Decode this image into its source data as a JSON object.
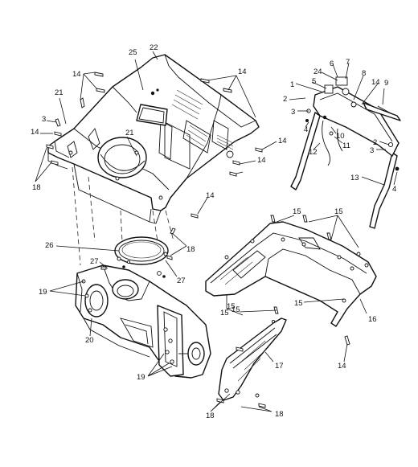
{
  "diagram": {
    "labels": [
      {
        "id": "c-22",
        "text": "22"
      },
      {
        "id": "c-25",
        "text": "25"
      },
      {
        "id": "c-14a",
        "text": "14"
      },
      {
        "id": "c-14b",
        "text": "14"
      },
      {
        "id": "c-21a",
        "text": "21"
      },
      {
        "id": "c-3a",
        "text": "3"
      },
      {
        "id": "c-14c",
        "text": "14"
      },
      {
        "id": "c-21b",
        "text": "21"
      },
      {
        "id": "c-18a",
        "text": "18"
      },
      {
        "id": "c-14d",
        "text": "14"
      },
      {
        "id": "c-14e",
        "text": "14"
      },
      {
        "id": "c-14f",
        "text": "14"
      },
      {
        "id": "c-18b",
        "text": "18"
      },
      {
        "id": "c-26",
        "text": "26"
      },
      {
        "id": "c-27a",
        "text": "27"
      },
      {
        "id": "c-27b",
        "text": "27"
      },
      {
        "id": "c-19a",
        "text": "19"
      },
      {
        "id": "c-20",
        "text": "20"
      },
      {
        "id": "c-19b",
        "text": "19"
      },
      {
        "id": "c-18c",
        "text": "18"
      },
      {
        "id": "c-18d",
        "text": "18"
      },
      {
        "id": "c-17",
        "text": "17"
      },
      {
        "id": "c-15a",
        "text": "15"
      },
      {
        "id": "c-15b",
        "text": "15"
      },
      {
        "id": "c-15c",
        "text": "15"
      },
      {
        "id": "c-15d",
        "text": "15"
      },
      {
        "id": "c-15e",
        "text": "15"
      },
      {
        "id": "c-15f",
        "text": "15"
      },
      {
        "id": "c-16",
        "text": "16"
      },
      {
        "id": "c-14g",
        "text": "14"
      },
      {
        "id": "c-1",
        "text": "1"
      },
      {
        "id": "c-2a",
        "text": "2"
      },
      {
        "id": "c-3b",
        "text": "3"
      },
      {
        "id": "c-4a",
        "text": "4"
      },
      {
        "id": "c-5",
        "text": "5"
      },
      {
        "id": "c-24",
        "text": "24"
      },
      {
        "id": "c-6",
        "text": "6"
      },
      {
        "id": "c-7",
        "text": "7"
      },
      {
        "id": "c-8",
        "text": "8"
      },
      {
        "id": "c-14h",
        "text": "14"
      },
      {
        "id": "c-9",
        "text": "9"
      },
      {
        "id": "c-10",
        "text": "10"
      },
      {
        "id": "c-11",
        "text": "11"
      },
      {
        "id": "c-12",
        "text": "12"
      },
      {
        "id": "c-2b",
        "text": "2"
      },
      {
        "id": "c-3c",
        "text": "3"
      },
      {
        "id": "c-13",
        "text": "13"
      },
      {
        "id": "c-4b",
        "text": "4"
      }
    ]
  }
}
